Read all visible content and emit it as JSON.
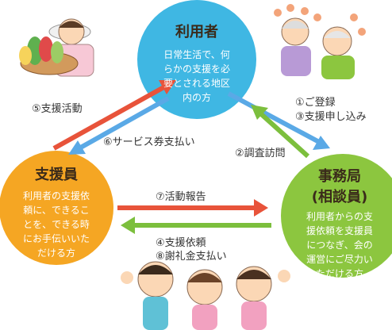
{
  "colors": {
    "user_circle": "#3fb7e3",
    "office_circle": "#8cc63f",
    "supporter_circle": "#f5a623",
    "arrow_red": "#e8533a",
    "arrow_blue": "#5aa9e6",
    "arrow_green": "#7cbf3d"
  },
  "nodes": {
    "user": {
      "title": "利用者",
      "desc_lines": [
        "日常生活で、何",
        "らかの支援を必",
        "要とされる地区",
        "内の方"
      ]
    },
    "office": {
      "title_lines": [
        "事務局",
        "(相談員)"
      ],
      "desc_lines": [
        "利用者からの支",
        "援依頼を支援員",
        "につなぎ、会の",
        "運営にご尽力い",
        "ただける方"
      ]
    },
    "supporter": {
      "title": "支援員",
      "desc_lines": [
        "利用者の支援依",
        "頼に、できるこ",
        "とを、できる時",
        "にお手伝いいた",
        "だける方"
      ]
    }
  },
  "flows": {
    "support_activity": "⑤支援活動",
    "service_ticket": "⑥サービス券支払い",
    "registration_1": "①ご登録",
    "registration_2": "③支援申し込み",
    "survey_visit": "②調査訪問",
    "activity_report": "⑦活動報告",
    "request_1": "④支援依頼",
    "request_2": "⑧謝礼金支払い"
  },
  "illustrations": {
    "top_left": "vendor-woman",
    "top_right": "elderly-couple",
    "bottom": "three-helpers"
  }
}
